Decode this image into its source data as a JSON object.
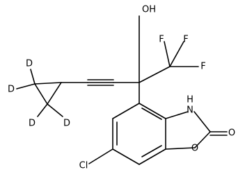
{
  "molecule": {
    "atom_labels": {
      "hydroxyl": "OH",
      "fluorine_1": "F",
      "fluorine_2": "F",
      "fluorine_3": "F",
      "deuterium_1": "D",
      "deuterium_2": "D",
      "deuterium_3": "D",
      "deuterium_4": "D",
      "nitrogen": "H\nN",
      "nitrogen_h": "H",
      "nitrogen_n": "N",
      "ring_oxygen": "O",
      "carbonyl_oxygen": "O",
      "chlorine": "Cl"
    },
    "colors": {
      "ink": "#000000",
      "background": "#ffffff"
    }
  }
}
